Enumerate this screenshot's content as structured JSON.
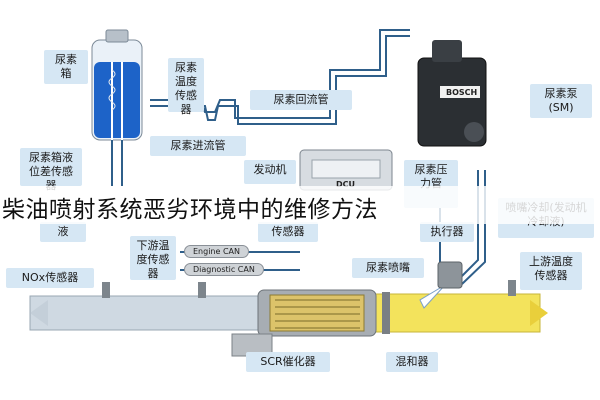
{
  "overlay_title": "柴油喷射系统恶劣环境中的维修方法",
  "labels": {
    "urea_tank": "尿素箱",
    "urea_temp_sensor": "尿素温度传感器",
    "urea_return_pipe": "尿素回流管",
    "urea_inlet_pipe": "尿素进流管",
    "urea_level_sensor": "尿素箱液位差传感器",
    "ecu": "发动机",
    "urea_pump": "尿素泵(SM)",
    "urea_pressure": "尿素压力管",
    "injector_cooling": "喷嘴冷却(发动机冷却液)",
    "downstream_temp": "下游温度传感器",
    "upstream_temp": "上游温度传感器",
    "nox_sensor": "NOx传感器",
    "urea_nozzle": "尿素喷嘴",
    "scr": "SCR催化器",
    "mixer": "混和器",
    "left_partial": "液",
    "sensor_partial": "传感器",
    "actuator_partial": "执行器"
  },
  "can_lines": [
    "Engine CAN",
    "Diagnostic CAN"
  ],
  "brands": {
    "pump": "BOSCH",
    "ecu": "DCU"
  },
  "colors": {
    "pipe": "#2f5f8a",
    "label_bg": "#d6e7f4",
    "exhaust": "#f3e35c",
    "urea": "#1d63c8"
  }
}
